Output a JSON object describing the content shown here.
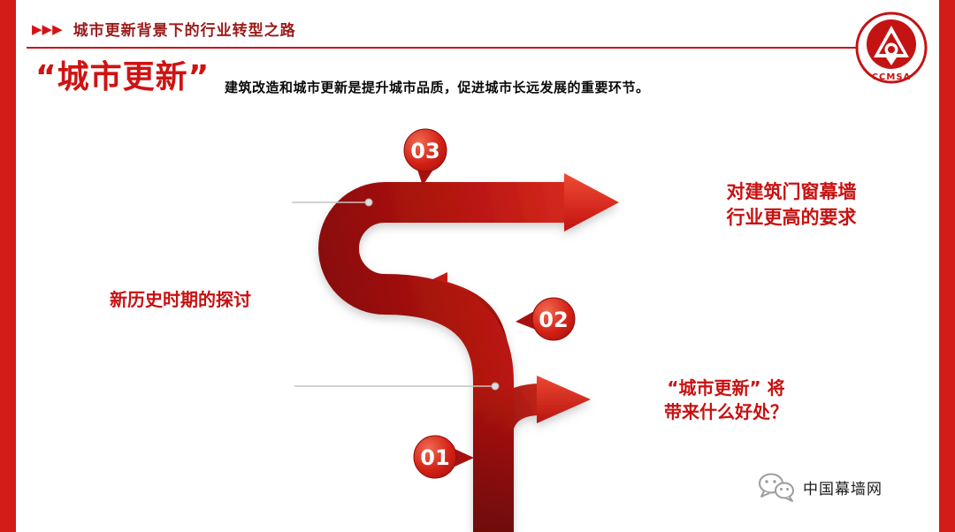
{
  "header": {
    "bullets": "▶▶▶",
    "title": "城市更新背景下的行业转型之路"
  },
  "logo": {
    "text": "CCMSA"
  },
  "title": {
    "text": "“城市更新”",
    "desc": "建筑改造和城市更新是提升城市品质，促进城市长远发展的重要环节。"
  },
  "diagram": {
    "steps": [
      {
        "number": "03",
        "lines": [
          "对建筑门窗幕墙",
          "行业更高的要求"
        ]
      },
      {
        "number": "02",
        "lines": [
          "新历史时期的探讨",
          ""
        ]
      },
      {
        "number": "01",
        "lines": [
          "“城市更新” 将",
          "带来什么好处？"
        ]
      }
    ]
  },
  "footer": {
    "brand": "中国幕墙网"
  },
  "colors": {
    "accent": "#d31c18",
    "arrow_bright": "#e43424",
    "arrow_dark": "#8c0d0d",
    "label_red": "#c81111"
  }
}
